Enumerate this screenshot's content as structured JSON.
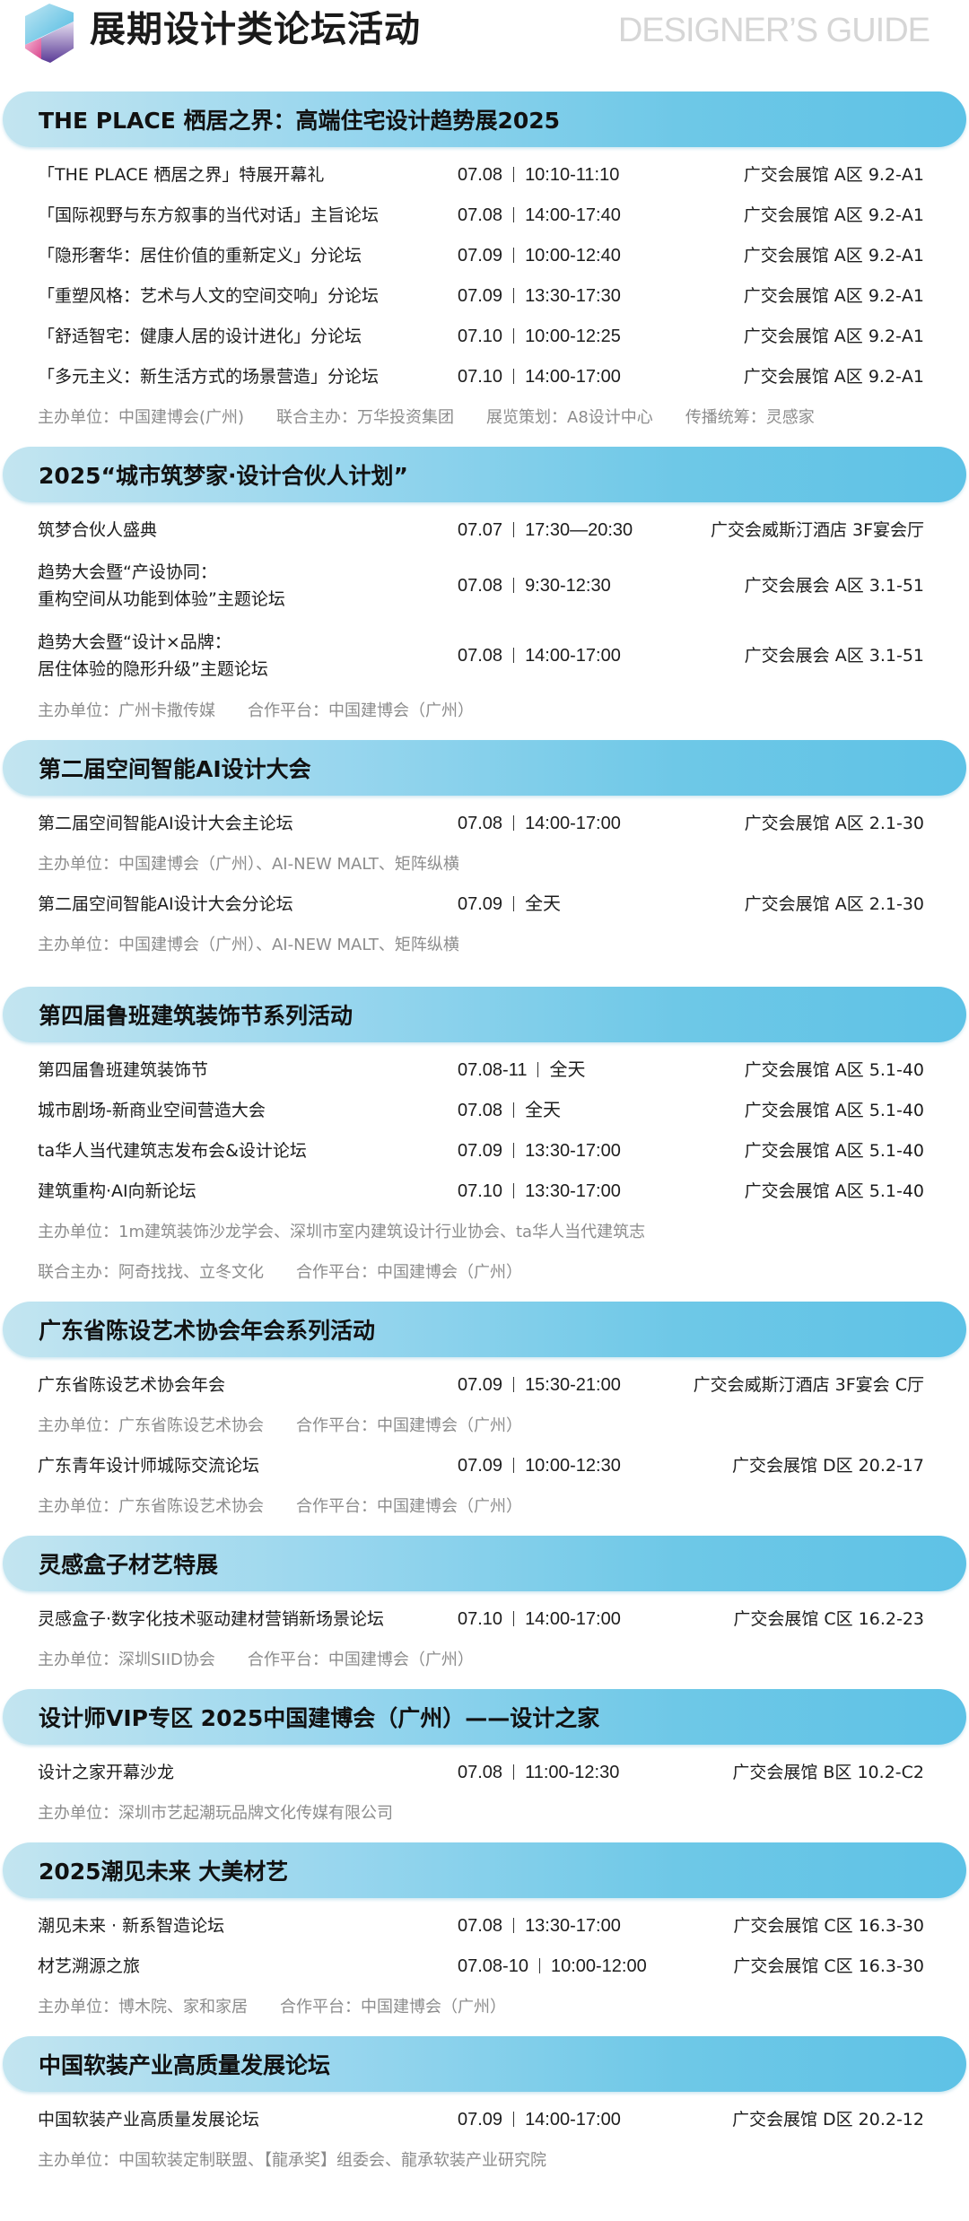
{
  "header": {
    "title": "展期设计类论坛活动",
    "subtitle": "DESIGNER’S GUIDE"
  },
  "colors": {
    "band_left": "#c3e5f0",
    "band_right": "#5ec2e6",
    "footer_text": "#8c8c8c"
  },
  "sections": [
    {
      "title": "THE PLACE 栖居之界：高端住宅设计趋势展2025",
      "blocks": [
        {
          "events": [
            {
              "name": "「THE PLACE 栖居之界」特展开幕礼",
              "date": "07.08",
              "time": "10:10-11:10",
              "location": "广交会展馆 A区 9.2-A1"
            },
            {
              "name": "「国际视野与东方叙事的当代对话」主旨论坛",
              "date": "07.08",
              "time": "14:00-17:40",
              "location": "广交会展馆 A区 9.2-A1"
            },
            {
              "name": "「隐形奢华：居住价值的重新定义」分论坛",
              "date": "07.09",
              "time": "10:00-12:40",
              "location": "广交会展馆 A区 9.2-A1"
            },
            {
              "name": "「重塑风格：艺术与人文的空间交响」分论坛",
              "date": "07.09",
              "time": "13:30-17:30",
              "location": "广交会展馆 A区 9.2-A1"
            },
            {
              "name": "「舒适智宅：健康人居的设计进化」分论坛",
              "date": "07.10",
              "time": "10:00-12:25",
              "location": "广交会展馆 A区 9.2-A1"
            },
            {
              "name": "「多元主义：新生活方式的场景营造」分论坛",
              "date": "07.10",
              "time": "14:00-17:00",
              "location": "广交会展馆 A区 9.2-A1"
            }
          ],
          "footers": [
            [
              "主办单位：中国建博会(广州)",
              "联合主办：万华投资集团",
              "展览策划：A8设计中心",
              "传播统筹：灵感家"
            ]
          ]
        }
      ]
    },
    {
      "title": "2025“城市筑梦家·设计合伙人计划”",
      "blocks": [
        {
          "events": [
            {
              "name": "筑梦合伙人盛典",
              "date": "07.07",
              "time": "17:30—20:30",
              "location": "广交会威斯汀酒店 3F宴会厅"
            },
            {
              "name": "趋势大会暨“产设协同：",
              "name2": "重构空间从功能到体验”主题论坛",
              "date": "07.08",
              "time": "9:30-12:30",
              "location": "广交会展会 A区 3.1-51"
            },
            {
              "name": "趋势大会暨“设计×品牌：",
              "name2": "居住体验的隐形升级”主题论坛",
              "date": "07.08",
              "time": "14:00-17:00",
              "location": "广交会展会 A区 3.1-51"
            }
          ],
          "footers": [
            [
              "主办单位：广州卡撒传媒",
              "合作平台：中国建博会（广州）"
            ]
          ]
        }
      ]
    },
    {
      "title": "第二届空间智能AI设计大会",
      "wide": true,
      "blocks": [
        {
          "events": [
            {
              "name": "第二届空间智能AI设计大会主论坛",
              "date": "07.08",
              "time": "14:00-17:00",
              "location": "广交会展馆 A区 2.1-30"
            }
          ],
          "footers": [
            [
              "主办单位：中国建博会（广州）、AI-NEW MALT、矩阵纵横"
            ]
          ]
        },
        {
          "events": [
            {
              "name": "第二届空间智能AI设计大会分论坛",
              "date": "07.09",
              "time": "全天",
              "location": "广交会展馆 A区 2.1-30"
            }
          ],
          "footers": [
            [
              "主办单位：中国建博会（广州）、AI-NEW MALT、矩阵纵横"
            ]
          ]
        }
      ]
    },
    {
      "title": "第四届鲁班建筑装饰节系列活动",
      "blocks": [
        {
          "events": [
            {
              "name": "第四届鲁班建筑装饰节",
              "date": "07.08-11",
              "time": "全天",
              "location": "广交会展馆 A区 5.1-40"
            },
            {
              "name": "城市剧场-新商业空间营造大会",
              "date": "07.08",
              "time": "全天",
              "location": "广交会展馆 A区 5.1-40"
            },
            {
              "name": "ta华人当代建筑志发布会&设计论坛",
              "date": "07.09",
              "time": "13:30-17:00",
              "location": "广交会展馆 A区 5.1-40"
            },
            {
              "name": "建筑重构·AI向新论坛",
              "date": "07.10",
              "time": "13:30-17:00",
              "location": "广交会展馆 A区 5.1-40"
            }
          ],
          "footers": [
            [
              "主办单位：1m建筑装饰沙龙学会、深圳市室内建筑设计行业协会、ta华人当代建筑志"
            ],
            [
              "联合主办：阿奇找找、立冬文化",
              "合作平台：中国建博会（广州）"
            ]
          ]
        }
      ]
    },
    {
      "title": "广东省陈设艺术协会年会系列活动",
      "blocks": [
        {
          "events": [
            {
              "name": "广东省陈设艺术协会年会",
              "date": "07.09",
              "time": "15:30-21:00",
              "location": "广交会威斯汀酒店 3F宴会 C厅"
            }
          ],
          "footers": [
            [
              "主办单位：广东省陈设艺术协会",
              "合作平台：中国建博会（广州）"
            ]
          ]
        },
        {
          "events": [
            {
              "name": "广东青年设计师城际交流论坛",
              "date": "07.09",
              "time": "10:00-12:30",
              "location": "广交会展馆 D区 20.2-17"
            }
          ],
          "footers": [
            [
              "主办单位：广东省陈设艺术协会",
              "合作平台：中国建博会（广州）"
            ]
          ]
        }
      ]
    },
    {
      "title": "灵感盒子材艺特展",
      "blocks": [
        {
          "events": [
            {
              "name": "灵感盒子·数字化技术驱动建材营销新场景论坛",
              "date": "07.10",
              "time": "14:00-17:00",
              "location": "广交会展馆 C区 16.2-23"
            }
          ],
          "footers": [
            [
              "主办单位：深圳SIID协会",
              "合作平台：中国建博会（广州）"
            ]
          ]
        }
      ]
    },
    {
      "title": "设计师VIP专区 2025中国建博会（广州）——设计之家",
      "blocks": [
        {
          "events": [
            {
              "name": "设计之家开幕沙龙",
              "date": "07.08",
              "time": "11:00-12:30",
              "location": "广交会展馆 B区 10.2-C2"
            }
          ],
          "footers": [
            [
              "主办单位：深圳市艺起潮玩品牌文化传媒有限公司"
            ]
          ]
        }
      ]
    },
    {
      "title": "2025潮见未来 大美材艺",
      "blocks": [
        {
          "events": [
            {
              "name": "潮见未来 · 新系智造论坛",
              "date": "07.08",
              "time": "13:30-17:00",
              "location": "广交会展馆 C区 16.3-30"
            },
            {
              "name": "材艺溯源之旅",
              "date": "07.08-10",
              "time": "10:00-12:00",
              "location": "广交会展馆 C区 16.3-30"
            }
          ],
          "footers": [
            [
              "主办单位：博木院、家和家居",
              "合作平台：中国建博会（广州）"
            ]
          ]
        }
      ]
    },
    {
      "title": "中国软装产业高质量发展论坛",
      "blocks": [
        {
          "events": [
            {
              "name": "中国软装产业高质量发展论坛",
              "date": "07.09",
              "time": "14:00-17:00",
              "location": "广交会展馆 D区 20.2-12"
            }
          ],
          "footers": [
            [
              "主办单位：中国软装定制联盟、【龍承奖】组委会、龍承软装产业研究院"
            ]
          ]
        }
      ]
    }
  ]
}
